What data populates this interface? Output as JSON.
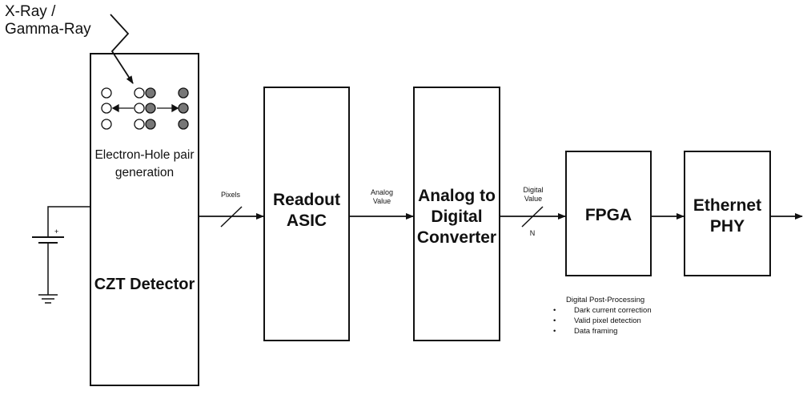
{
  "input": {
    "label": "X-Ray / Gamma-Ray"
  },
  "detector": {
    "process_label": "Electron-Hole pair generation",
    "title": "CZT Detector"
  },
  "signals": {
    "pixels": "Pixels",
    "analog_value": "Analog Value",
    "digital_value": "Digital Value",
    "bus_width": "N"
  },
  "blocks": {
    "readout": "Readout ASIC",
    "adc": "Analog to Digital Converter",
    "fpga": "FPGA",
    "phy": "Ethernet PHY"
  },
  "post_processing": {
    "title": "Digital Post-Processing",
    "items": [
      "Dark current correction",
      "Valid pixel detection",
      "Data framing"
    ]
  }
}
